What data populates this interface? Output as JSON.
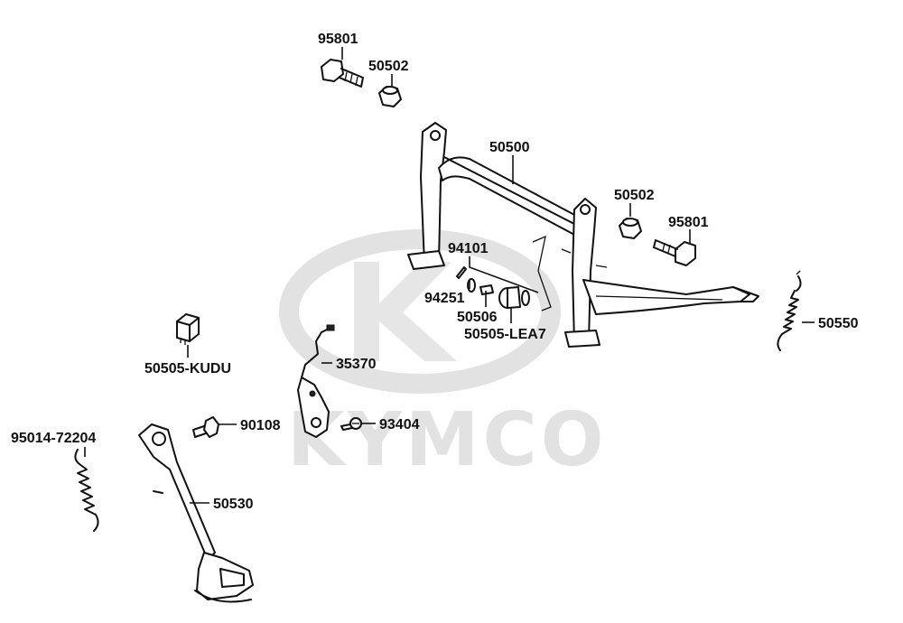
{
  "watermark": {
    "brand": "KYMCO",
    "color": "#e2e2e2"
  },
  "labels": {
    "bolt_top": "95801",
    "collar_top": "50502",
    "main_stand": "50500",
    "collar_right": "50502",
    "bolt_right": "95801",
    "pin_set": "94101",
    "cotter_pin": "94251",
    "pin": "50506",
    "bushing_set": "50505-LEA7",
    "spring_right": "50550",
    "rubber_stopper": "50505-KUDU",
    "switch": "35370",
    "bolt_small": "90108",
    "screw_small": "93404",
    "spring_left": "95014-72204",
    "side_stand": "50530"
  }
}
